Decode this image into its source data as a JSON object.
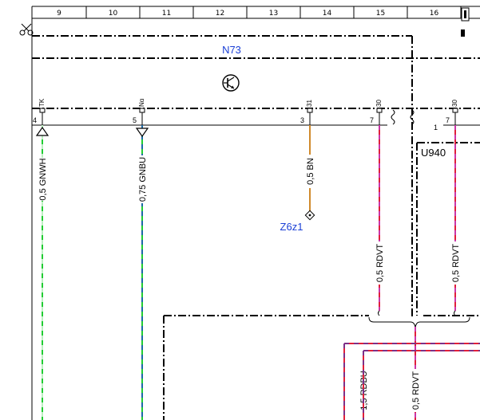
{
  "ruler": {
    "columns": [
      "9",
      "10",
      "11",
      "12",
      "13",
      "14",
      "15",
      "16"
    ]
  },
  "module": {
    "name": "N73",
    "sub_module": "U940"
  },
  "connector": {
    "name": "Z6z1"
  },
  "pins": [
    {
      "id": "tk",
      "label": "TK",
      "number": "4"
    },
    {
      "id": "nalpha",
      "label": "Nα",
      "number": "5"
    },
    {
      "id": "p31",
      "label": "31",
      "number": "3"
    },
    {
      "id": "p30a",
      "label": "30",
      "number": "7"
    },
    {
      "id": "p30b",
      "label": "30",
      "number": "7"
    }
  ],
  "extra_pin_number": "1",
  "wires": [
    {
      "id": "gnwh",
      "label": "0,5 GNWH",
      "colors": [
        "#22cc33",
        "#ffffff"
      ]
    },
    {
      "id": "gnbu",
      "label": "0,75 GNBU",
      "colors": [
        "#22cc33",
        "#1a3fd6"
      ]
    },
    {
      "id": "bn",
      "label": "0,5 BN",
      "colors": [
        "#d08a2c"
      ]
    },
    {
      "id": "rdvt1",
      "label": "0,5 RDVT",
      "colors": [
        "#e0203a",
        "#c040d8"
      ]
    },
    {
      "id": "rdvt2",
      "label": "0,5 RDVT",
      "colors": [
        "#e0203a",
        "#c040d8"
      ]
    },
    {
      "id": "rdbu",
      "label": "1,5 RDBU",
      "colors": [
        "#e0203a",
        "#1a3fd6"
      ]
    },
    {
      "id": "rdvt3",
      "label": "0,5 RDVT",
      "colors": [
        "#e0203a",
        "#c040d8"
      ]
    }
  ],
  "colors": {
    "module_label": "#1a3fd6",
    "green": "#22cc33",
    "blue": "#1a3fd6",
    "brown": "#d08a2c",
    "red": "#e0203a",
    "violet": "#c040d8"
  }
}
